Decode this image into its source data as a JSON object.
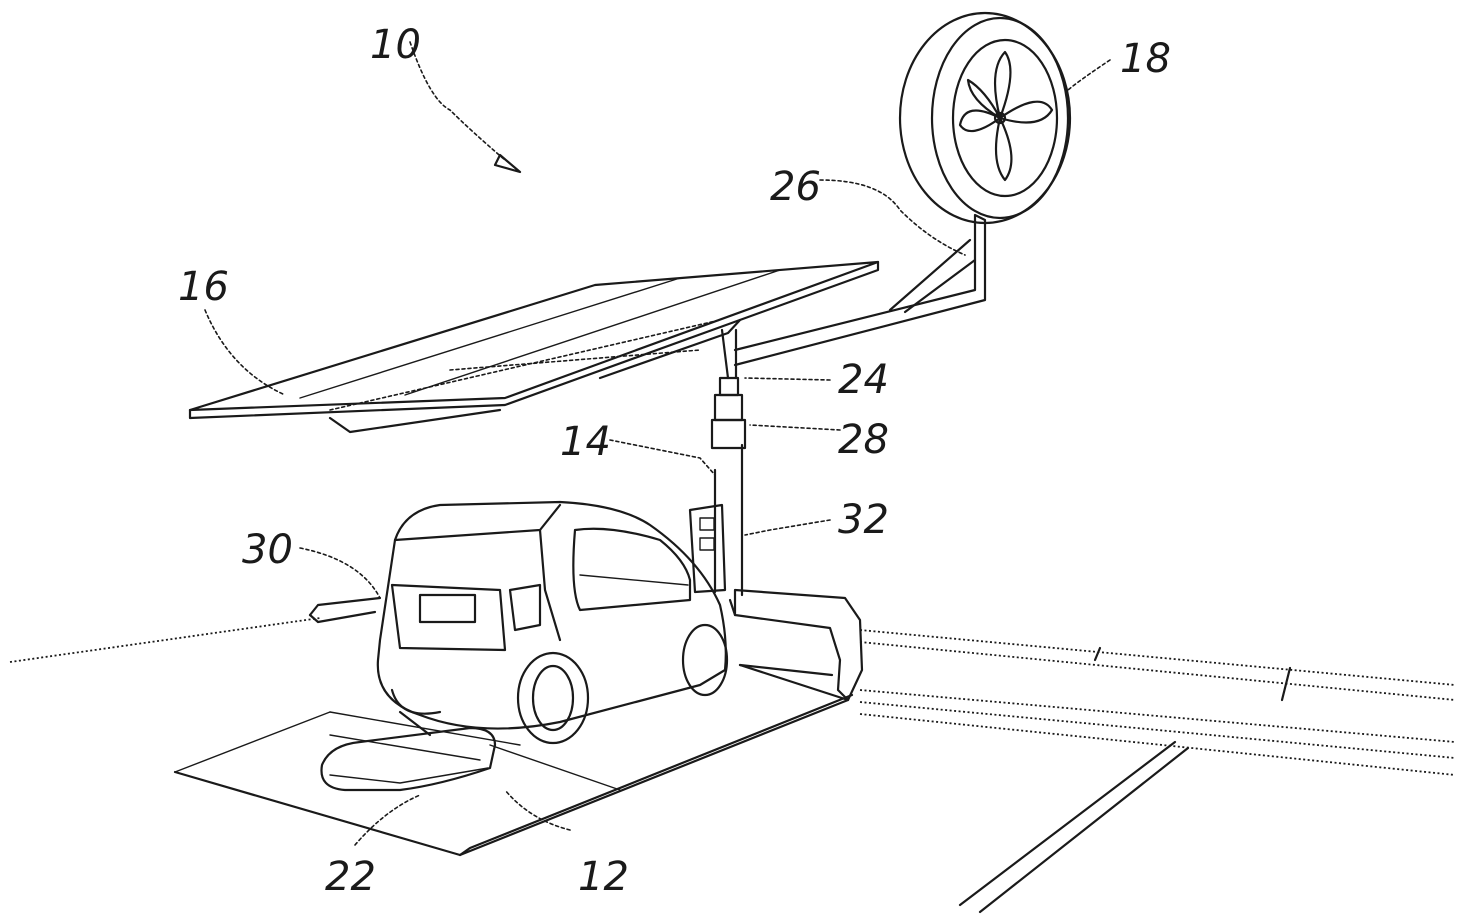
{
  "figure": {
    "reference_labels": {
      "system": "10",
      "parking_pad": "12",
      "pole": "14",
      "solar_panel": "16",
      "wind_turbine": "18",
      "charging_pad": "22",
      "panel_mount": "24",
      "turbine_arm": "26",
      "coupling": "28",
      "vehicle": "30",
      "control_box": "32"
    }
  }
}
